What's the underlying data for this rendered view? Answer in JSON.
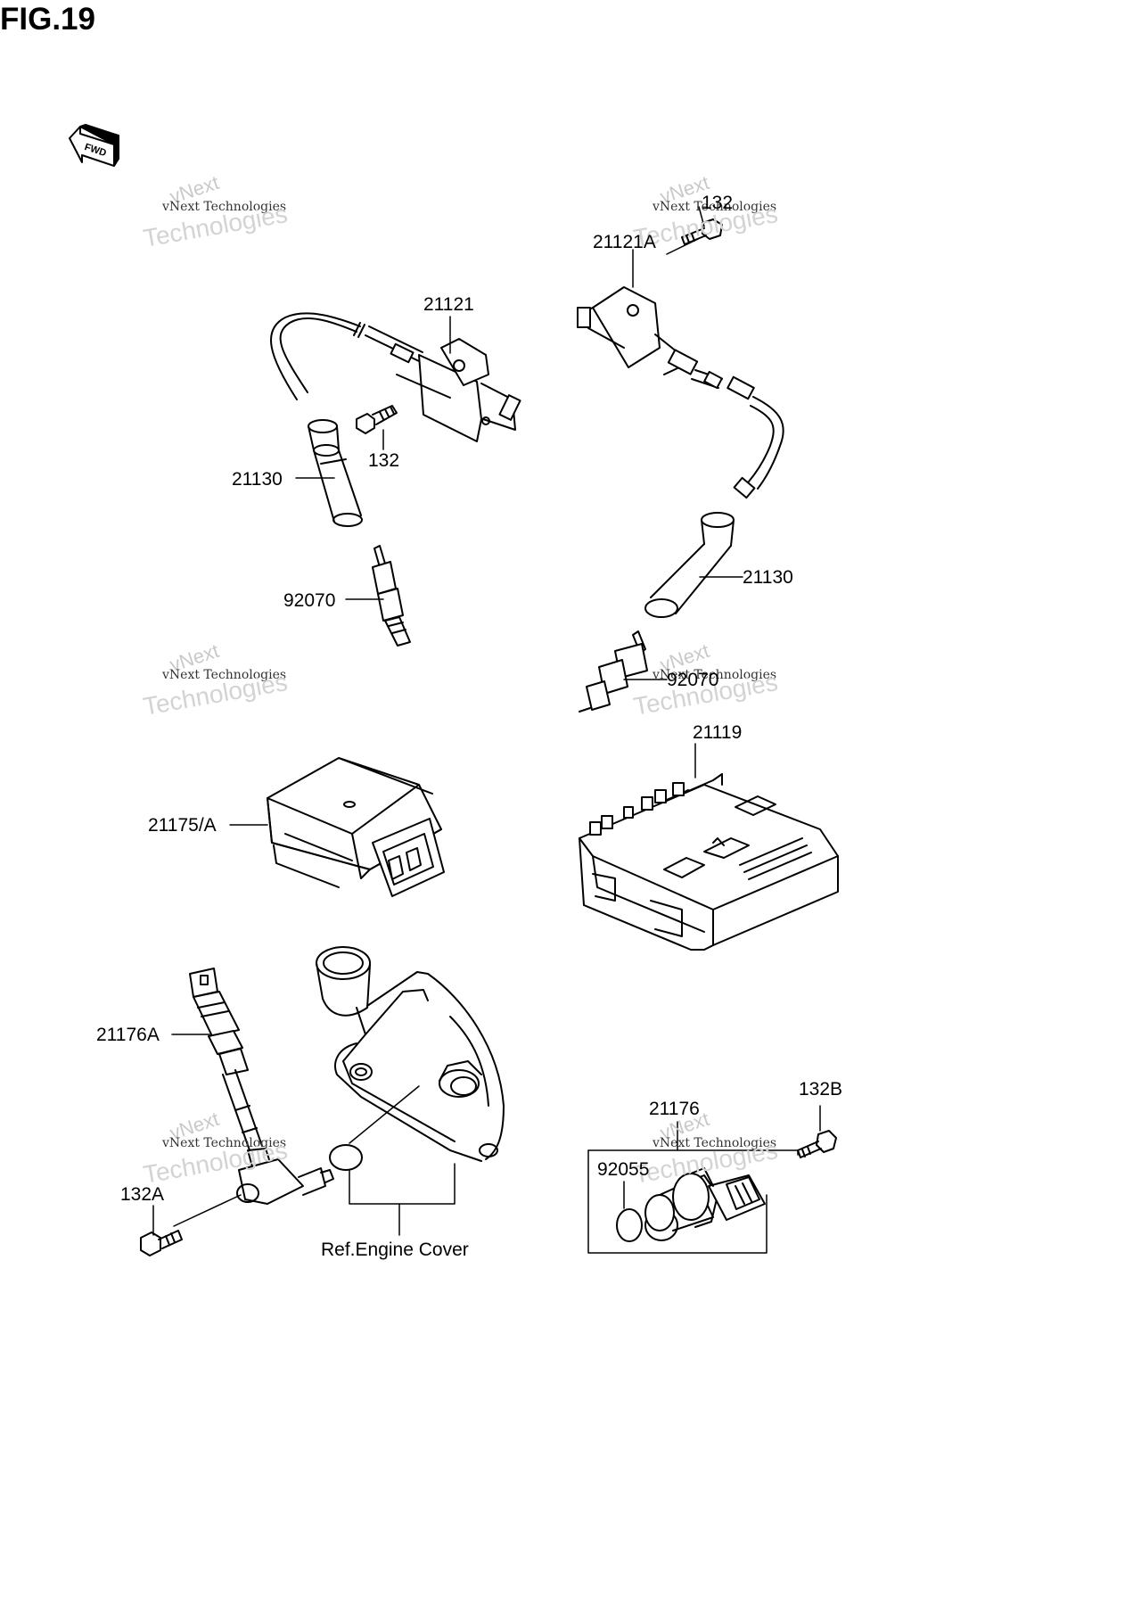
{
  "figure": {
    "title": "FIG.19",
    "fwd_label": "FWD"
  },
  "watermark": {
    "line1": "vNext",
    "line2": "vNext Technologies",
    "line3": "Technologies"
  },
  "callouts": [
    {
      "id": "21121",
      "text": "21121"
    },
    {
      "id": "132_upper_left",
      "text": "132"
    },
    {
      "id": "21130_left",
      "text": "21130"
    },
    {
      "id": "92070_left",
      "text": "92070"
    },
    {
      "id": "132_upper_right",
      "text": "132"
    },
    {
      "id": "21121A",
      "text": "21121A"
    },
    {
      "id": "21130_right",
      "text": "21130"
    },
    {
      "id": "92070_right",
      "text": "92070"
    },
    {
      "id": "21119",
      "text": "21119"
    },
    {
      "id": "21175A",
      "text": "21175/A"
    },
    {
      "id": "21176A",
      "text": "21176A"
    },
    {
      "id": "132A",
      "text": "132A"
    },
    {
      "id": "ref_engine_cover",
      "text": "Ref.Engine Cover"
    },
    {
      "id": "132B",
      "text": "132B"
    },
    {
      "id": "21176",
      "text": "21176"
    },
    {
      "id": "92055",
      "text": "92055"
    }
  ]
}
